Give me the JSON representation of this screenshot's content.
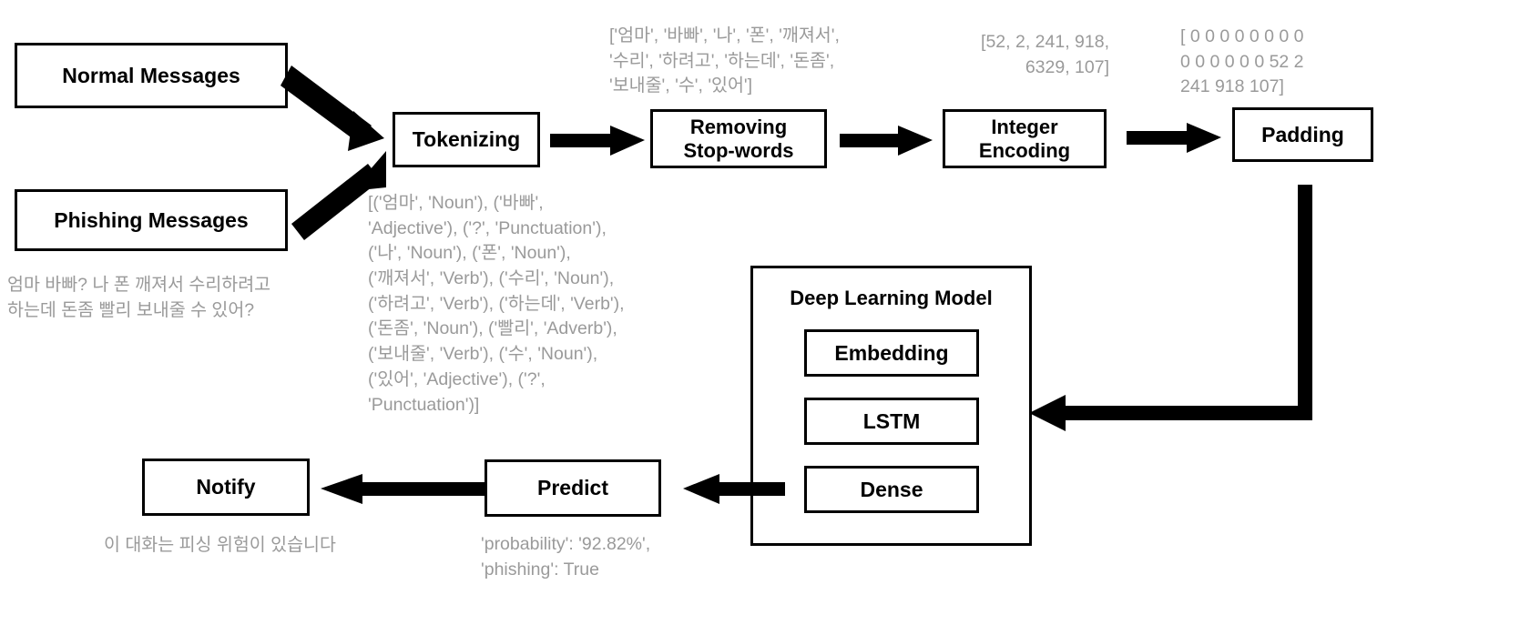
{
  "diagram": {
    "title": "Phishing message detection pipeline",
    "ink_color": "#000000",
    "note_color": "#9a9a9a",
    "background": "#ffffff"
  },
  "inputs": [
    {
      "label": "Normal Messages"
    },
    {
      "label": "Phishing Messages"
    }
  ],
  "stages": [
    {
      "label": "Tokenizing"
    },
    {
      "label": "Removing\nStop-words"
    },
    {
      "label": "Integer\nEncoding"
    },
    {
      "label": "Padding"
    },
    {
      "label": "Predict"
    },
    {
      "label": "Notify"
    }
  ],
  "model": {
    "title": "Deep Learning Model",
    "layers": [
      {
        "label": "Embedding"
      },
      {
        "label": "LSTM"
      },
      {
        "label": "Dense"
      }
    ]
  },
  "notes": {
    "sample_message": "엄마 바빠? 나 폰 깨져서 수리하려고\n하는데 돈좀 빨리 보내줄 수 있어?",
    "pos_tags": "[('엄마', 'Noun'), ('바빠',\n'Adjective'), ('?', 'Punctuation'),\n('나', 'Noun'), ('폰', 'Noun'),\n('깨져서', 'Verb'), ('수리', 'Noun'),\n('하려고', 'Verb'), ('하는데', 'Verb'),\n('돈좀', 'Noun'), ('빨리', 'Adverb'),\n('보내줄', 'Verb'), ('수', 'Noun'),\n('있어', 'Adjective'), ('?',\n'Punctuation')]",
    "tokens_no_stopwords": "['엄마', '바빠', '나', '폰', '깨져서',\n'수리', '하려고', '하는데', '돈좀',\n'보내줄', '수', '있어']",
    "integer_encoded": "[52, 2, 241, 918,\n6329, 107]",
    "padded": "[  0   0   0   0   0   0   0   0\n   0   0   0   0   0   0  52   2\n241 918 107]",
    "prediction": "'probability': '92.82%',\n'phishing': True",
    "notification": "이 대화는 피싱 위험이 있습니다"
  }
}
